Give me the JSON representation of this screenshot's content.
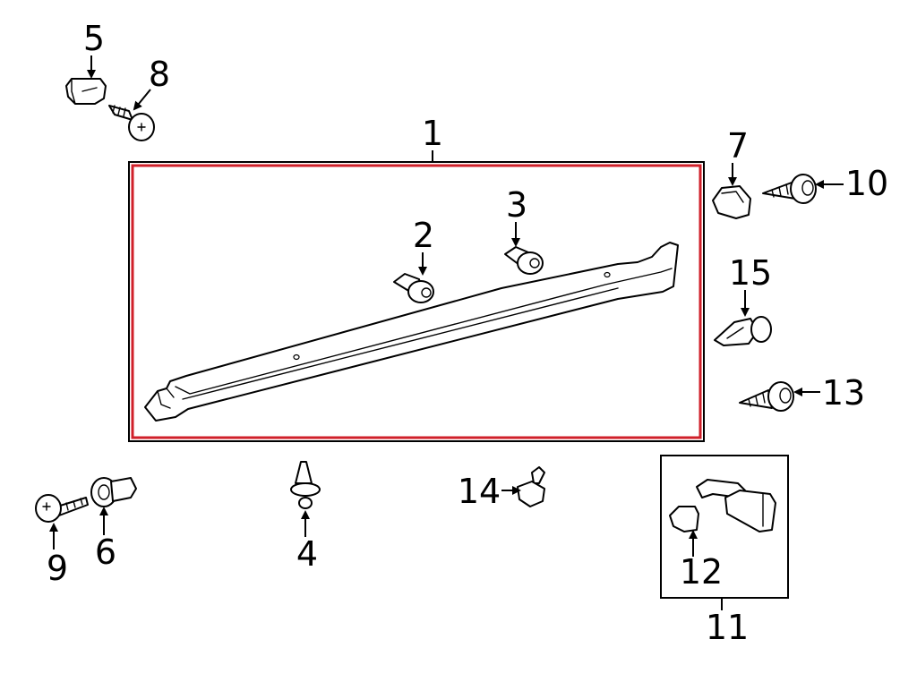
{
  "diagram": {
    "highlight_color": "#d0202a",
    "callouts": {
      "c1": "1",
      "c2": "2",
      "c3": "3",
      "c4": "4",
      "c5": "5",
      "c6": "6",
      "c7": "7",
      "c8": "8",
      "c9": "9",
      "c10": "10",
      "c11": "11",
      "c12": "12",
      "c13": "13",
      "c14": "14",
      "c15": "15"
    }
  }
}
